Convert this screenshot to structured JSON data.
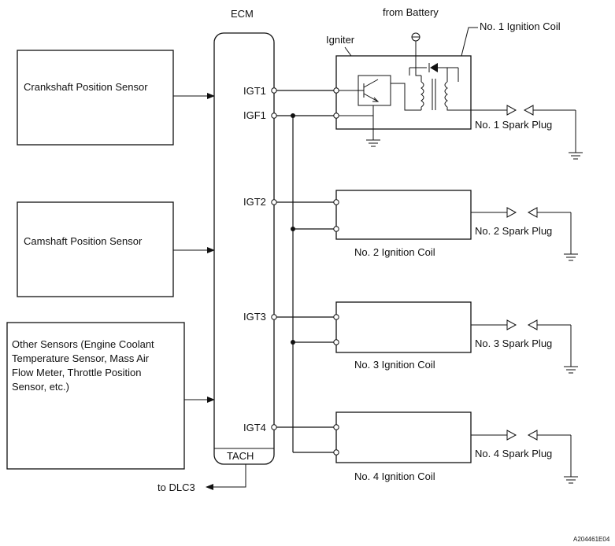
{
  "ecm": {
    "title": "ECM",
    "pins": {
      "igt1": "IGT1",
      "igf1": "IGF1",
      "igt2": "IGT2",
      "igt3": "IGT3",
      "igt4": "IGT4",
      "tach": "TACH"
    }
  },
  "sensors": {
    "crankshaft": "Crankshaft Position Sensor",
    "camshaft": "Camshaft Position Sensor",
    "other_lines": [
      "Other Sensors (Engine Coolant",
      "Temperature Sensor, Mass Air",
      "Flow Meter, Throttle Position",
      "Sensor, etc.)"
    ]
  },
  "battery_label": "from Battery",
  "igniter_label": "Igniter",
  "coils": [
    "No. 1 Ignition Coil",
    "No. 2 Ignition Coil",
    "No. 3 Ignition Coil",
    "No. 4 Ignition Coil"
  ],
  "spark_plugs": [
    "No. 1 Spark Plug",
    "No. 2 Spark Plug",
    "No. 3 Spark Plug",
    "No. 4 Spark Plug"
  ],
  "dlc_label": "to DLC3",
  "figure_code": "A204461E04"
}
